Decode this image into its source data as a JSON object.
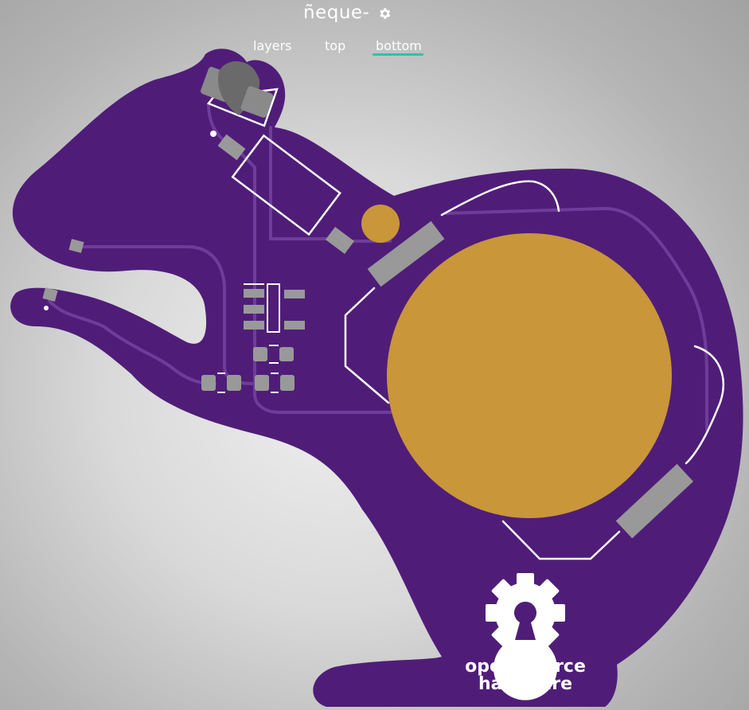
{
  "app": {
    "title": "ñeque-"
  },
  "tabs": [
    {
      "label": "layers"
    },
    {
      "label": "top"
    },
    {
      "label": "bottom",
      "active": true
    }
  ],
  "logo": {
    "line1": "open source",
    "line2": "hardware"
  },
  "colors": {
    "board": "#4f1d78",
    "pad": "#c9963a",
    "smd": "#999999",
    "trace": "#6e3d99",
    "silk": "#ffffff",
    "tab_accent": "#2fbfb0"
  },
  "icons": {
    "settings": "gear-icon",
    "osh_logo": "open-source-hardware-gear-icon"
  }
}
